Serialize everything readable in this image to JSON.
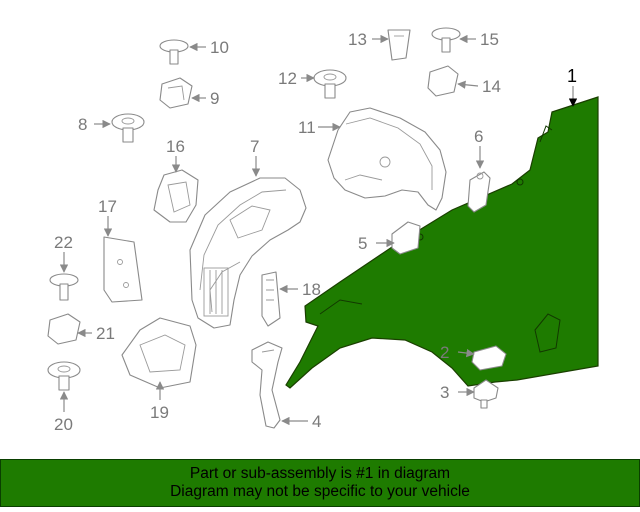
{
  "colors": {
    "highlight": "#1e7b00",
    "banner_bg": "#1e7b00",
    "part_stroke": "#8a8a8a",
    "callout_text": "#7a7a7a"
  },
  "callouts": {
    "c1": "1",
    "c2": "2",
    "c3": "3",
    "c4": "4",
    "c5": "5",
    "c6": "6",
    "c7": "7",
    "c8": "8",
    "c9": "9",
    "c10": "10",
    "c11": "11",
    "c12": "12",
    "c13": "13",
    "c14": "14",
    "c15": "15",
    "c16": "16",
    "c17": "17",
    "c18": "18",
    "c19": "19",
    "c20": "20",
    "c21": "21",
    "c22": "22"
  },
  "banner": {
    "line1": "Part or sub-assembly is #1 in diagram",
    "line2": "Diagram may not be specific to your vehicle"
  }
}
